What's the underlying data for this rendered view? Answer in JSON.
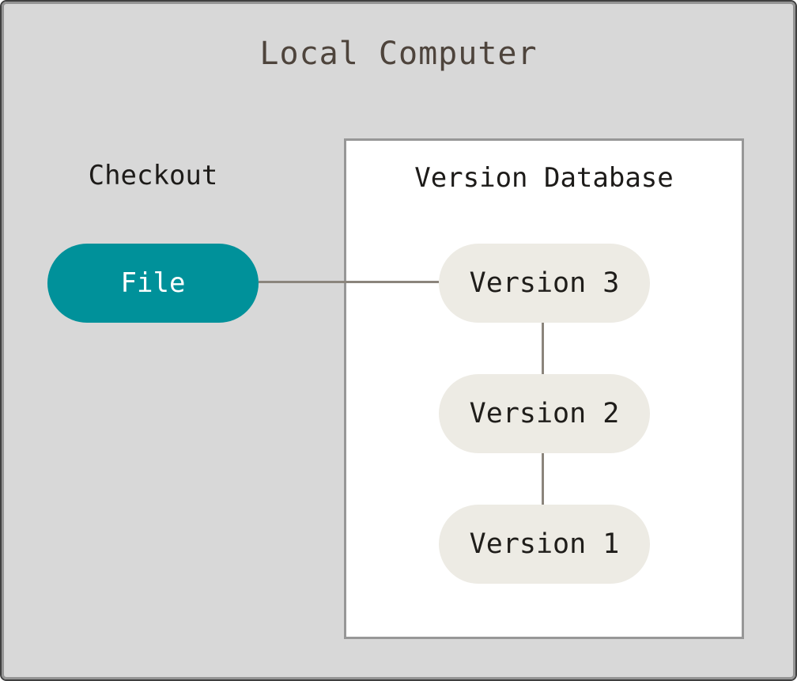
{
  "diagram": {
    "title": "Local Computer",
    "checkout_label": "Checkout",
    "file_node": {
      "label": "File"
    },
    "version_database": {
      "title": "Version Database",
      "nodes": [
        {
          "label": "Version 3"
        },
        {
          "label": "Version 2"
        },
        {
          "label": "Version 1"
        }
      ]
    },
    "connections": [
      {
        "from": "File",
        "to": "Version 3",
        "direction": "horizontal"
      },
      {
        "from": "Version 3",
        "to": "Version 2",
        "direction": "vertical"
      },
      {
        "from": "Version 2",
        "to": "Version 1",
        "direction": "vertical"
      }
    ],
    "colors": {
      "canvas_background": "#d8d8d8",
      "frame_border_outer": "#3f3f3f",
      "frame_border_inner": "#949494",
      "title_text": "#4e443c",
      "label_text": "#1d1b19",
      "file_node_fill": "#00919a",
      "file_node_text": "#ffffff",
      "version_node_fill": "#edebe4",
      "version_node_text": "#1f1d1a",
      "database_box_fill": "#ffffff",
      "database_box_border": "#979797",
      "connector": "#8b857c"
    }
  }
}
